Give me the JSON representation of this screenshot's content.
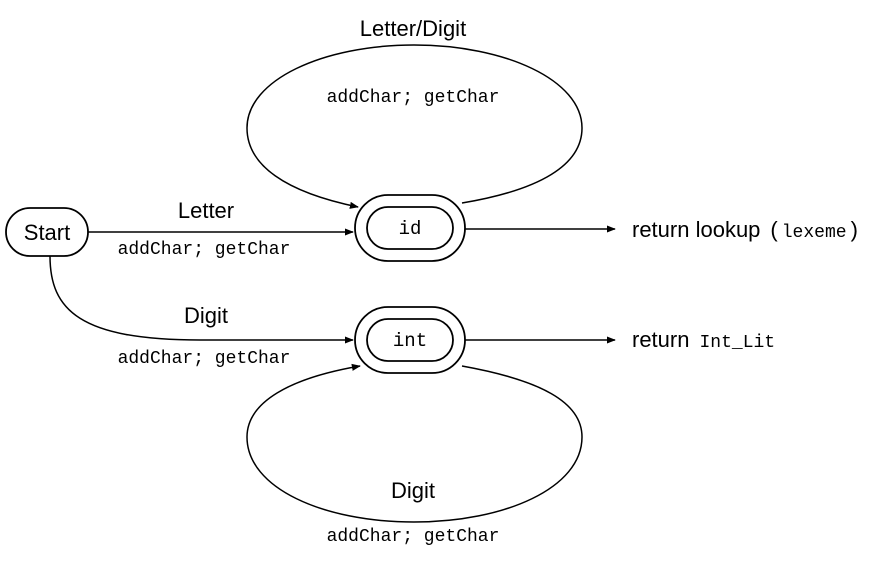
{
  "states": {
    "start": "Start",
    "id": "id",
    "int": "int"
  },
  "transitions": {
    "start_to_id": {
      "input": "Letter",
      "action": "addChar; getChar"
    },
    "start_to_int": {
      "input": "Digit",
      "action": "addChar; getChar"
    },
    "id_loop": {
      "input": "Letter/Digit",
      "action": "addChar; getChar"
    },
    "int_loop": {
      "input": "Digit",
      "action": "addChar; getChar"
    }
  },
  "outputs": {
    "id_return_keyword": "return lookup",
    "id_return_open": "(",
    "id_return_arg": "lexeme",
    "id_return_close": ")",
    "int_return_keyword": "return",
    "int_return_value": "Int_Lit"
  }
}
